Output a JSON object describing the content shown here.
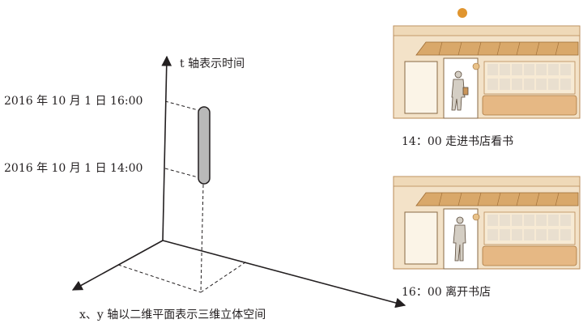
{
  "axes": {
    "t_axis_label": "t 轴表示时间",
    "xy_axis_label": "x、y 轴以二维平面表示三维立体空间"
  },
  "times": {
    "upper": "2016 年 10 月 1 日 16:00",
    "lower": "2016 年 10 月 1 日 14:00"
  },
  "scenes": [
    {
      "caption": "14：00 走进书店看书",
      "person": "entering"
    },
    {
      "caption": "16：00 离开书店",
      "person": "leaving"
    }
  ],
  "colors": {
    "line": "#231f20",
    "bar_fill": "#b9b9b9",
    "sun": "#e0952f",
    "facade": "#f3e2c8",
    "awning": "#d9a86a",
    "counter": "#e6b884"
  }
}
